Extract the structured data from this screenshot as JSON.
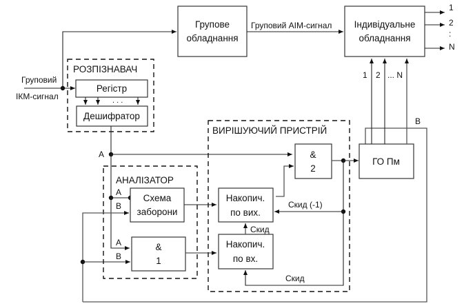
{
  "diagram": {
    "input_label_1": "Груповий",
    "input_label_2": "ІКМ-сигнал",
    "group_equipment": {
      "line1": "Групове",
      "line2": "обладнання"
    },
    "aim_signal_label": "Груповий АІМ-сигнал",
    "individual_equipment": {
      "line1": "Індивідуальне",
      "line2": "обладнання"
    },
    "outputs": [
      "1",
      "2",
      "N"
    ],
    "outputs_dots": ":",
    "control_labels": [
      "1",
      "2",
      "... N"
    ],
    "recognizer": {
      "title": "РОЗПІЗНАВАЧ",
      "register": "Регістр",
      "register_dots": ". . .",
      "decoder": "Дешифратор"
    },
    "node_a_label": "А",
    "analyzer": {
      "title": "АНАЛІЗАТОР",
      "inhibit": {
        "line1": "Схема",
        "line2": "заборони"
      },
      "and1": {
        "line1": "&",
        "line2": "1"
      },
      "in_a": "А",
      "in_b": "В"
    },
    "decider": {
      "title": "ВИРІШУЮЧИЙ ПРИСТРІЙ",
      "and2": {
        "line1": "&",
        "line2": "2"
      },
      "acc_out": {
        "line1": "Накопич.",
        "line2": "по вих."
      },
      "acc_in": {
        "line1": "Накопич.",
        "line2": "по вх."
      },
      "reset_minus1": "Скид (-1)",
      "reset_inner": "Скид",
      "reset_bottom": "Скид"
    },
    "go_pm": "ГО Пм",
    "feedback_b": "В"
  }
}
